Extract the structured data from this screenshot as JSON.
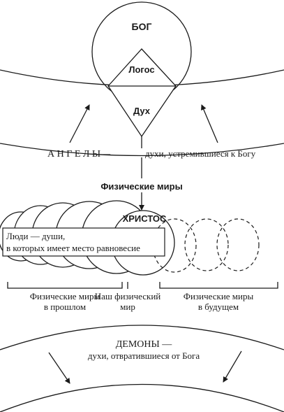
{
  "top": {
    "god": "БОГ",
    "logos": "Логос",
    "spirit": "Дух",
    "angels_label": "А Н Г Е Л Ы—",
    "angels_desc": "духи, устремившиеся к Богу"
  },
  "middle": {
    "physical_worlds": "Физические миры",
    "christ": "ХРИСТОС",
    "people_line1": "Люди — души,",
    "people_line2": "в которых имеет место равновесие"
  },
  "brackets": {
    "past_line1": "Физические миры",
    "past_line2": "в прошлом",
    "ours_line1": "Наш физический",
    "ours_line2": "мир",
    "future_line1": "Физические миры",
    "future_line2": "в будущем"
  },
  "bottom": {
    "demons_label": "ДЕМОНЫ —",
    "demons_desc": "духи, отвратившиеся от Бога"
  }
}
